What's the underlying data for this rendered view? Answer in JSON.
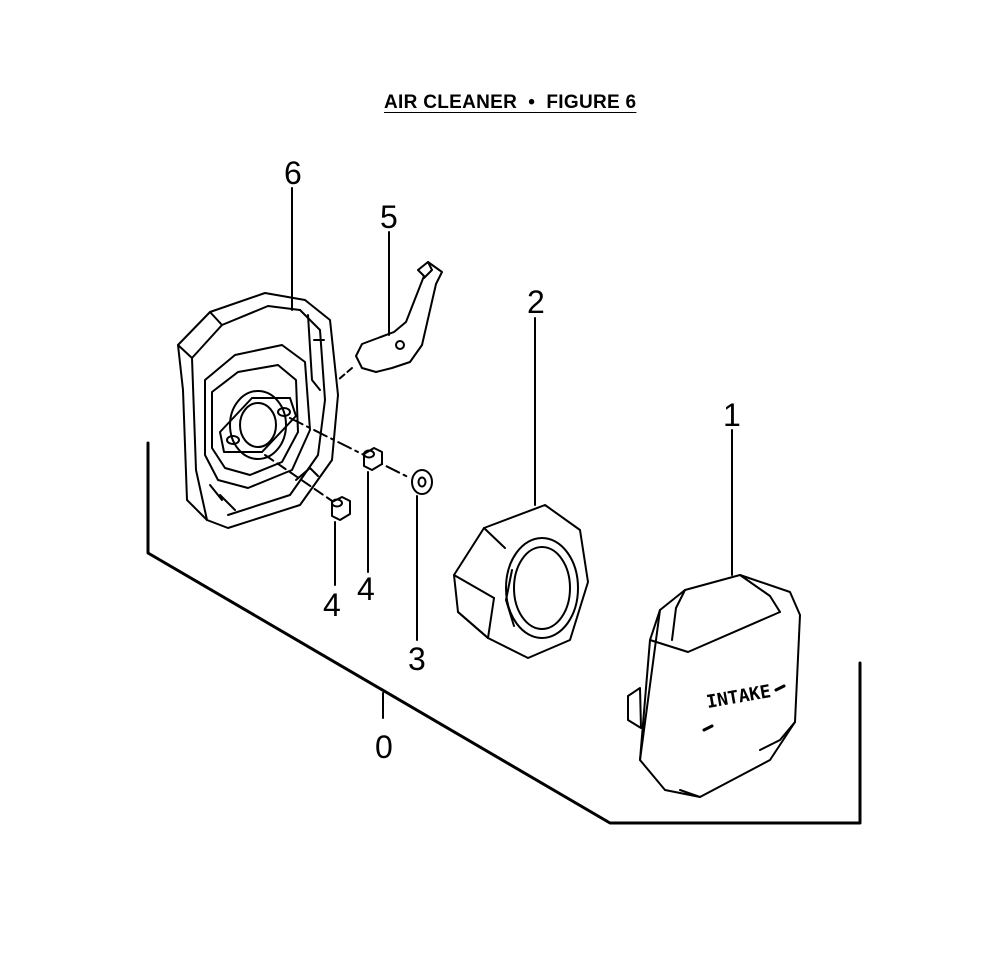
{
  "title": "AIR CLEANER  •  FIGURE 6",
  "callouts": {
    "n6": "6",
    "n5": "5",
    "n2": "2",
    "n1": "1",
    "n4a": "4",
    "n4b": "4",
    "n3": "3",
    "n0": "0"
  },
  "cover_text": "INTAKE"
}
